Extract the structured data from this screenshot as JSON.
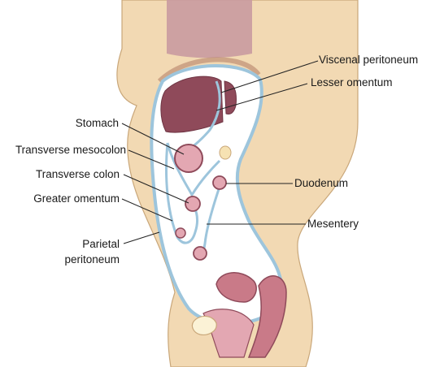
{
  "labels": {
    "visceral_peritoneum": "Viscenal peritoneum",
    "lesser_omentum": "Lesser omentum",
    "stomach": "Stomach",
    "transverse_mesocolon": "Transverse mesocolon",
    "transverse_colon": "Transverse colon",
    "greater_omentum": "Greater omentum",
    "duodenum": "Duodenum",
    "mesentery": "Mesentery",
    "parietal_peritoneum_line1": "Parietal",
    "parietal_peritoneum_line2": "peritoneum"
  },
  "colors": {
    "skin": "#f2d9b3",
    "skin_outline": "#c9a77a",
    "cavity_fill": "#ffffff",
    "peritoneum": "#9dc5dc",
    "organ": "#c97a88",
    "organ_dark": "#8f4a5a",
    "organ_light": "#e3a7b2",
    "upper_chest": "#c99aa0"
  }
}
